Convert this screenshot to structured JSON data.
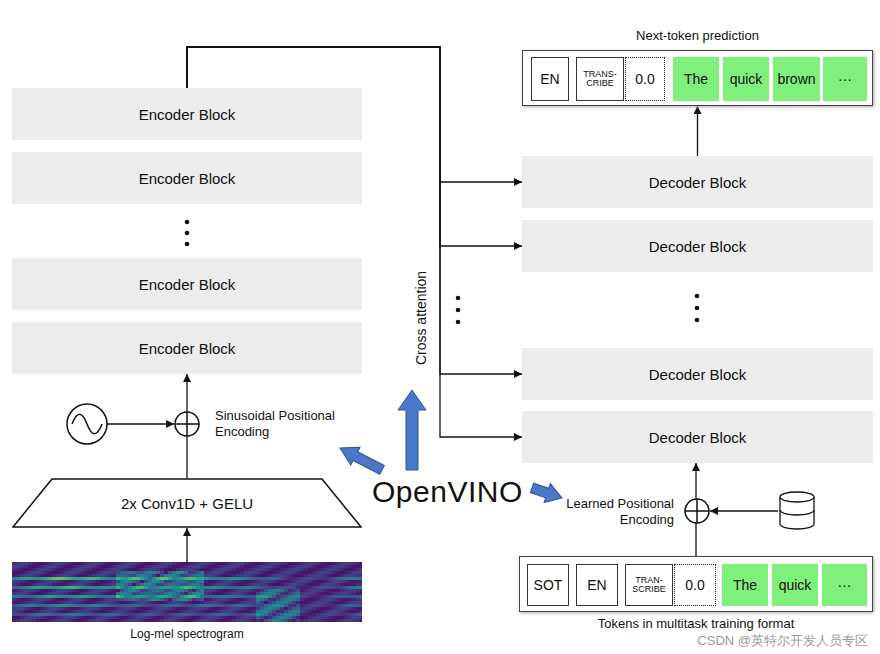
{
  "diagram": {
    "nodes": [
      {
        "text": [
          "Encoder Block"
        ]
      },
      {
        "text": [
          "Encoder Block"
        ]
      },
      {
        "text": [
          "Encoder Block"
        ]
      },
      {
        "text": [
          "Encoder Block"
        ]
      },
      {
        "text": [
          "2x Conv1D + GELU"
        ]
      },
      {
        "text": [
          "Log-mel spectrogram"
        ]
      },
      {
        "text": [
          "Next-token prediction"
        ]
      },
      {
        "text": [
          "EN"
        ],
        "in": 6
      },
      {
        "text": [
          "TRANS- CRIBE"
        ],
        "in": 6
      },
      {
        "text": [
          "0.0"
        ],
        "in": 6
      },
      {
        "text": [
          "The"
        ],
        "in": 6
      },
      {
        "text": [
          "quick"
        ],
        "in": 6
      },
      {
        "text": [
          "brown"
        ],
        "in": 6
      },
      {
        "text": [
          "···"
        ],
        "in": 6
      },
      {
        "text": [
          "Decoder Block"
        ]
      },
      {
        "text": [
          "Decoder Block"
        ]
      },
      {
        "text": [
          "Decoder Block"
        ]
      },
      {
        "text": [
          "Decoder Block"
        ]
      },
      {
        "text": [
          "Tokens in multitask training format"
        ]
      },
      {
        "text": [
          "SOT"
        ],
        "in": 18
      },
      {
        "text": [
          "EN"
        ],
        "in": 18
      },
      {
        "text": [
          "TRAN- SCRIBE"
        ],
        "in": 18
      },
      {
        "text": [
          "0.0"
        ],
        "in": 18
      },
      {
        "text": [
          "The"
        ],
        "in": 18
      },
      {
        "text": [
          "quick"
        ],
        "in": 18
      },
      {
        "text": [
          "···"
        ],
        "in": 18
      }
    ],
    "edges": [
      {
        "from": 5,
        "to": 4,
        "arrow": "to"
      },
      {
        "from": 4,
        "to": 3,
        "arrow": "to"
      },
      {
        "from": 0,
        "to": 14,
        "arrow": "to"
      },
      {
        "from": 0,
        "to": 15,
        "arrow": "to"
      },
      {
        "from": 0,
        "to": 16,
        "arrow": "to"
      },
      {
        "from": 0,
        "to": 17,
        "arrow": "to"
      },
      {
        "from": 14,
        "to": 6,
        "arrow": "to"
      },
      {
        "from": 18,
        "to": 17,
        "arrow": "to"
      }
    ],
    "labels": [
      "Sinusoidal Positional Encoding",
      "Learned Positional Encoding",
      "Cross attention",
      "OpenVINO",
      "CSDN @英特尔开发人员专区"
    ]
  }
}
